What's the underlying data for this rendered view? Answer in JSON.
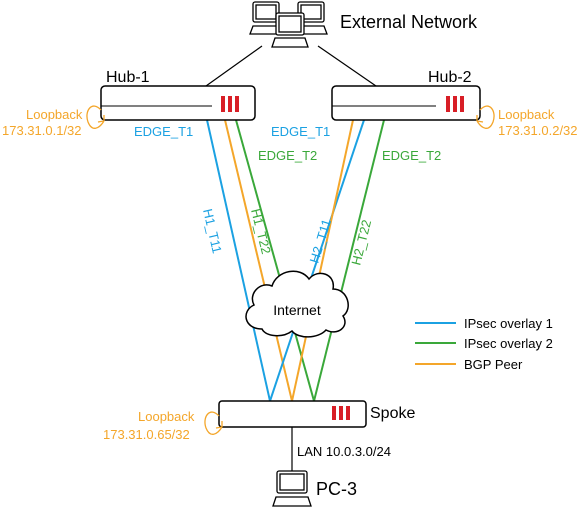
{
  "labels": {
    "external_network": "External Network",
    "hub1": "Hub-1",
    "hub2": "Hub-2",
    "spoke": "Spoke",
    "pc3": "PC-3",
    "internet": "Internet",
    "lan": "LAN 10.0.3.0/24"
  },
  "loopbacks": {
    "hub1": {
      "label": "Loopback",
      "ip": "173.31.0.1/32"
    },
    "hub2": {
      "label": "Loopback",
      "ip": "173.31.0.2/32"
    },
    "spoke": {
      "label": "Loopback",
      "ip": "173.31.0.65/32"
    }
  },
  "interfaces": {
    "hub1_edge_t1": "EDGE_T1",
    "hub1_edge_t2": "EDGE_T2",
    "hub2_edge_t1": "EDGE_T1",
    "hub2_edge_t2": "EDGE_T2"
  },
  "tunnels": {
    "h1_t11": "H1_T11",
    "h1_t22": "H1_T22",
    "h2_t11": "H2_T11",
    "h2_t22": "H2_T22"
  },
  "legend": [
    {
      "label": "IPsec overlay 1",
      "color": "#1ba1e2"
    },
    {
      "label": "IPsec overlay 2",
      "color": "#3aa83a"
    },
    {
      "label": "BGP Peer",
      "color": "#f4a62a"
    }
  ],
  "colors": {
    "ipsec1": "#1ba1e2",
    "ipsec2": "#3aa83a",
    "bgp": "#f4a62a",
    "brand_red": "#d81e26",
    "line": "#000000"
  },
  "icons": {
    "device": "firewall-device-icon",
    "brand_mark": "fortinet-bars-icon",
    "pc": "pc-icon",
    "cloud": "cloud-icon",
    "loop_arrow": "loop-arrow-icon"
  }
}
